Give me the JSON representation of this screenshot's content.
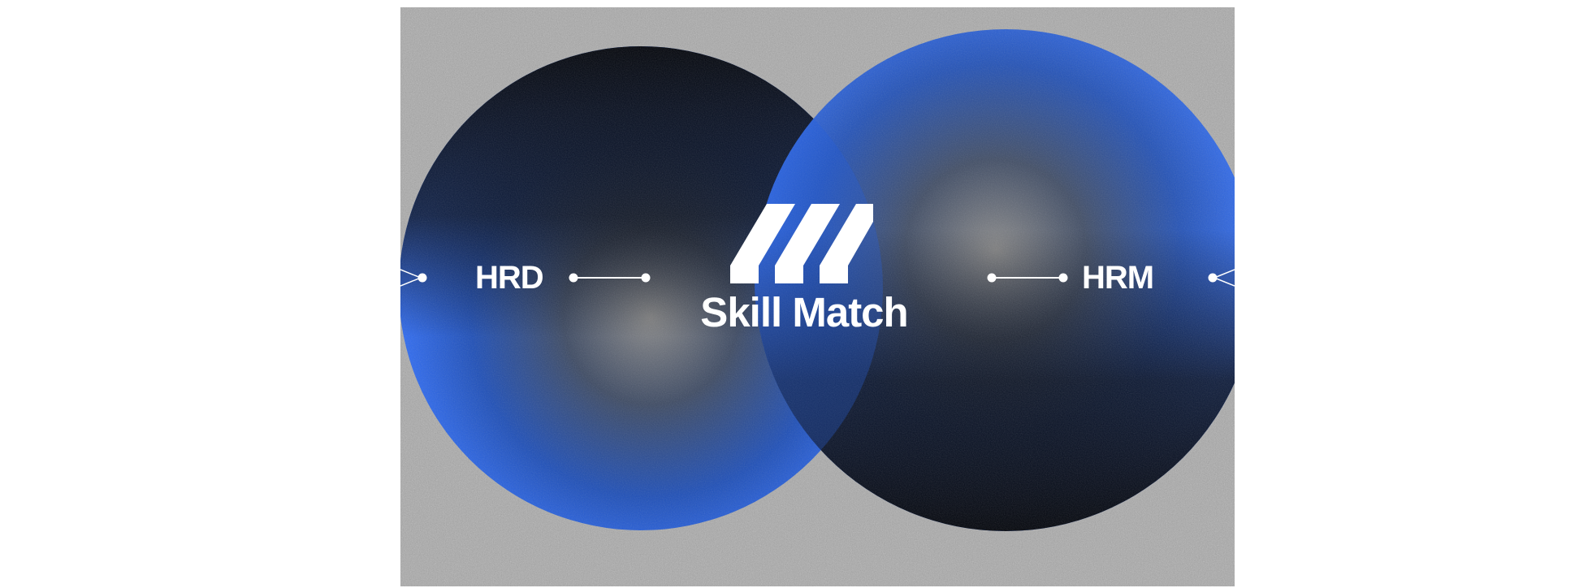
{
  "diagram": {
    "left_label": "HRD",
    "right_label": "HRM",
    "center_label": "Skill Match"
  },
  "colors": {
    "background_noise": "#a9a9a9",
    "circle_blue": "#2f6bf0",
    "circle_dark": "#04070c",
    "text": "#ffffff"
  },
  "icons": {
    "logo": "skill-match-logo-icon"
  }
}
